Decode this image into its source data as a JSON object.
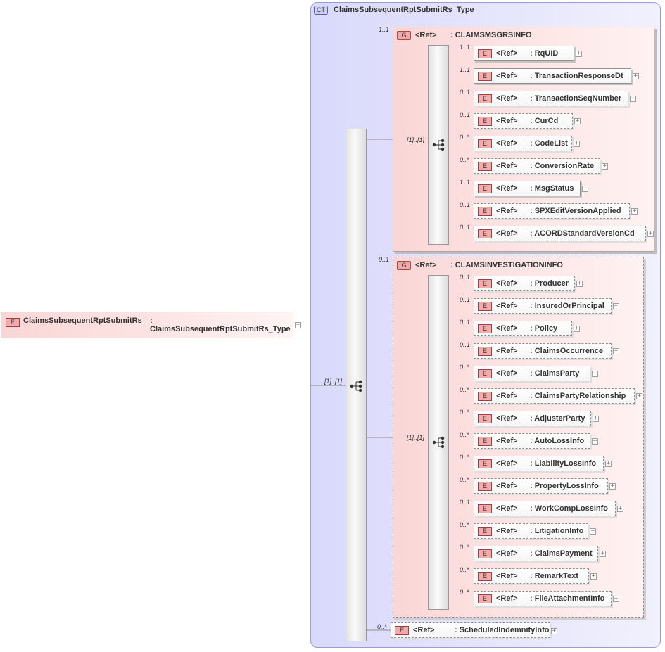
{
  "complex_type": {
    "badge": "CT",
    "name": "ClaimsSubsequentRptSubmitRs_Type"
  },
  "root_element": {
    "badge": "E",
    "name": "ClaimsSubsequentRptSubmitRs",
    "type": ": ClaimsSubsequentRptSubmitRs_Type",
    "expander": "−"
  },
  "main_sequence": {
    "cardinality": "[1]..[1]"
  },
  "groups": [
    {
      "badge": "G",
      "ref": "<Ref>",
      "name": ": CLAIMSMSGRSINFO",
      "cardinality": "1..1",
      "sequence_cardinality": "[1]..[1]",
      "elements": [
        {
          "badge": "E",
          "ref": "<Ref>",
          "name": ": RqUID",
          "cardinality": "1..1",
          "optional": false
        },
        {
          "badge": "E",
          "ref": "<Ref>",
          "name": ": TransactionResponseDt",
          "cardinality": "1..1",
          "optional": false
        },
        {
          "badge": "E",
          "ref": "<Ref>",
          "name": ": TransactionSeqNumber",
          "cardinality": "0..1",
          "optional": true
        },
        {
          "badge": "E",
          "ref": "<Ref>",
          "name": ": CurCd",
          "cardinality": "0..1",
          "optional": true
        },
        {
          "badge": "E",
          "ref": "<Ref>",
          "name": ": CodeList",
          "cardinality": "0..*",
          "optional": true
        },
        {
          "badge": "E",
          "ref": "<Ref>",
          "name": ": ConversionRate",
          "cardinality": "0..*",
          "optional": true
        },
        {
          "badge": "E",
          "ref": "<Ref>",
          "name": ": MsgStatus",
          "cardinality": "1..1",
          "optional": false
        },
        {
          "badge": "E",
          "ref": "<Ref>",
          "name": ": SPXEditVersionApplied",
          "cardinality": "0..1",
          "optional": true
        },
        {
          "badge": "E",
          "ref": "<Ref>",
          "name": ": ACORDStandardVersionCd",
          "cardinality": "0..1",
          "optional": true
        }
      ]
    },
    {
      "badge": "G",
      "ref": "<Ref>",
      "name": ": CLAIMSINVESTIGATIONINFO",
      "cardinality": "0..1",
      "sequence_cardinality": "[1]..[1]",
      "elements": [
        {
          "badge": "E",
          "ref": "<Ref>",
          "name": ": Producer",
          "cardinality": "0..1",
          "optional": true
        },
        {
          "badge": "E",
          "ref": "<Ref>",
          "name": ": InsuredOrPrincipal",
          "cardinality": "0..1",
          "optional": true
        },
        {
          "badge": "E",
          "ref": "<Ref>",
          "name": ": Policy",
          "cardinality": "0..1",
          "optional": true
        },
        {
          "badge": "E",
          "ref": "<Ref>",
          "name": ": ClaimsOccurrence",
          "cardinality": "0..1",
          "optional": true
        },
        {
          "badge": "E",
          "ref": "<Ref>",
          "name": ": ClaimsParty",
          "cardinality": "0..*",
          "optional": true
        },
        {
          "badge": "E",
          "ref": "<Ref>",
          "name": ": ClaimsPartyRelationship",
          "cardinality": "0..*",
          "optional": true
        },
        {
          "badge": "E",
          "ref": "<Ref>",
          "name": ": AdjusterParty",
          "cardinality": "0..*",
          "optional": true
        },
        {
          "badge": "E",
          "ref": "<Ref>",
          "name": ": AutoLossInfo",
          "cardinality": "0..*",
          "optional": true
        },
        {
          "badge": "E",
          "ref": "<Ref>",
          "name": ": LiabilityLossInfo",
          "cardinality": "0..*",
          "optional": true
        },
        {
          "badge": "E",
          "ref": "<Ref>",
          "name": ": PropertyLossInfo",
          "cardinality": "0..*",
          "optional": true
        },
        {
          "badge": "E",
          "ref": "<Ref>",
          "name": ": WorkCompLossInfo",
          "cardinality": "0..1",
          "optional": true
        },
        {
          "badge": "E",
          "ref": "<Ref>",
          "name": ": LitigationInfo",
          "cardinality": "0..*",
          "optional": true
        },
        {
          "badge": "E",
          "ref": "<Ref>",
          "name": ": ClaimsPayment",
          "cardinality": "0..*",
          "optional": true
        },
        {
          "badge": "E",
          "ref": "<Ref>",
          "name": ": RemarkText",
          "cardinality": "0..*",
          "optional": true
        },
        {
          "badge": "E",
          "ref": "<Ref>",
          "name": ": FileAttachmentInfo",
          "cardinality": "0..*",
          "optional": true
        }
      ]
    }
  ],
  "trailing_element": {
    "badge": "E",
    "ref": "<Ref>",
    "name": ": ScheduledIndemnityInfo",
    "cardinality": "0..*",
    "optional": true
  },
  "expander_symbol": "+"
}
